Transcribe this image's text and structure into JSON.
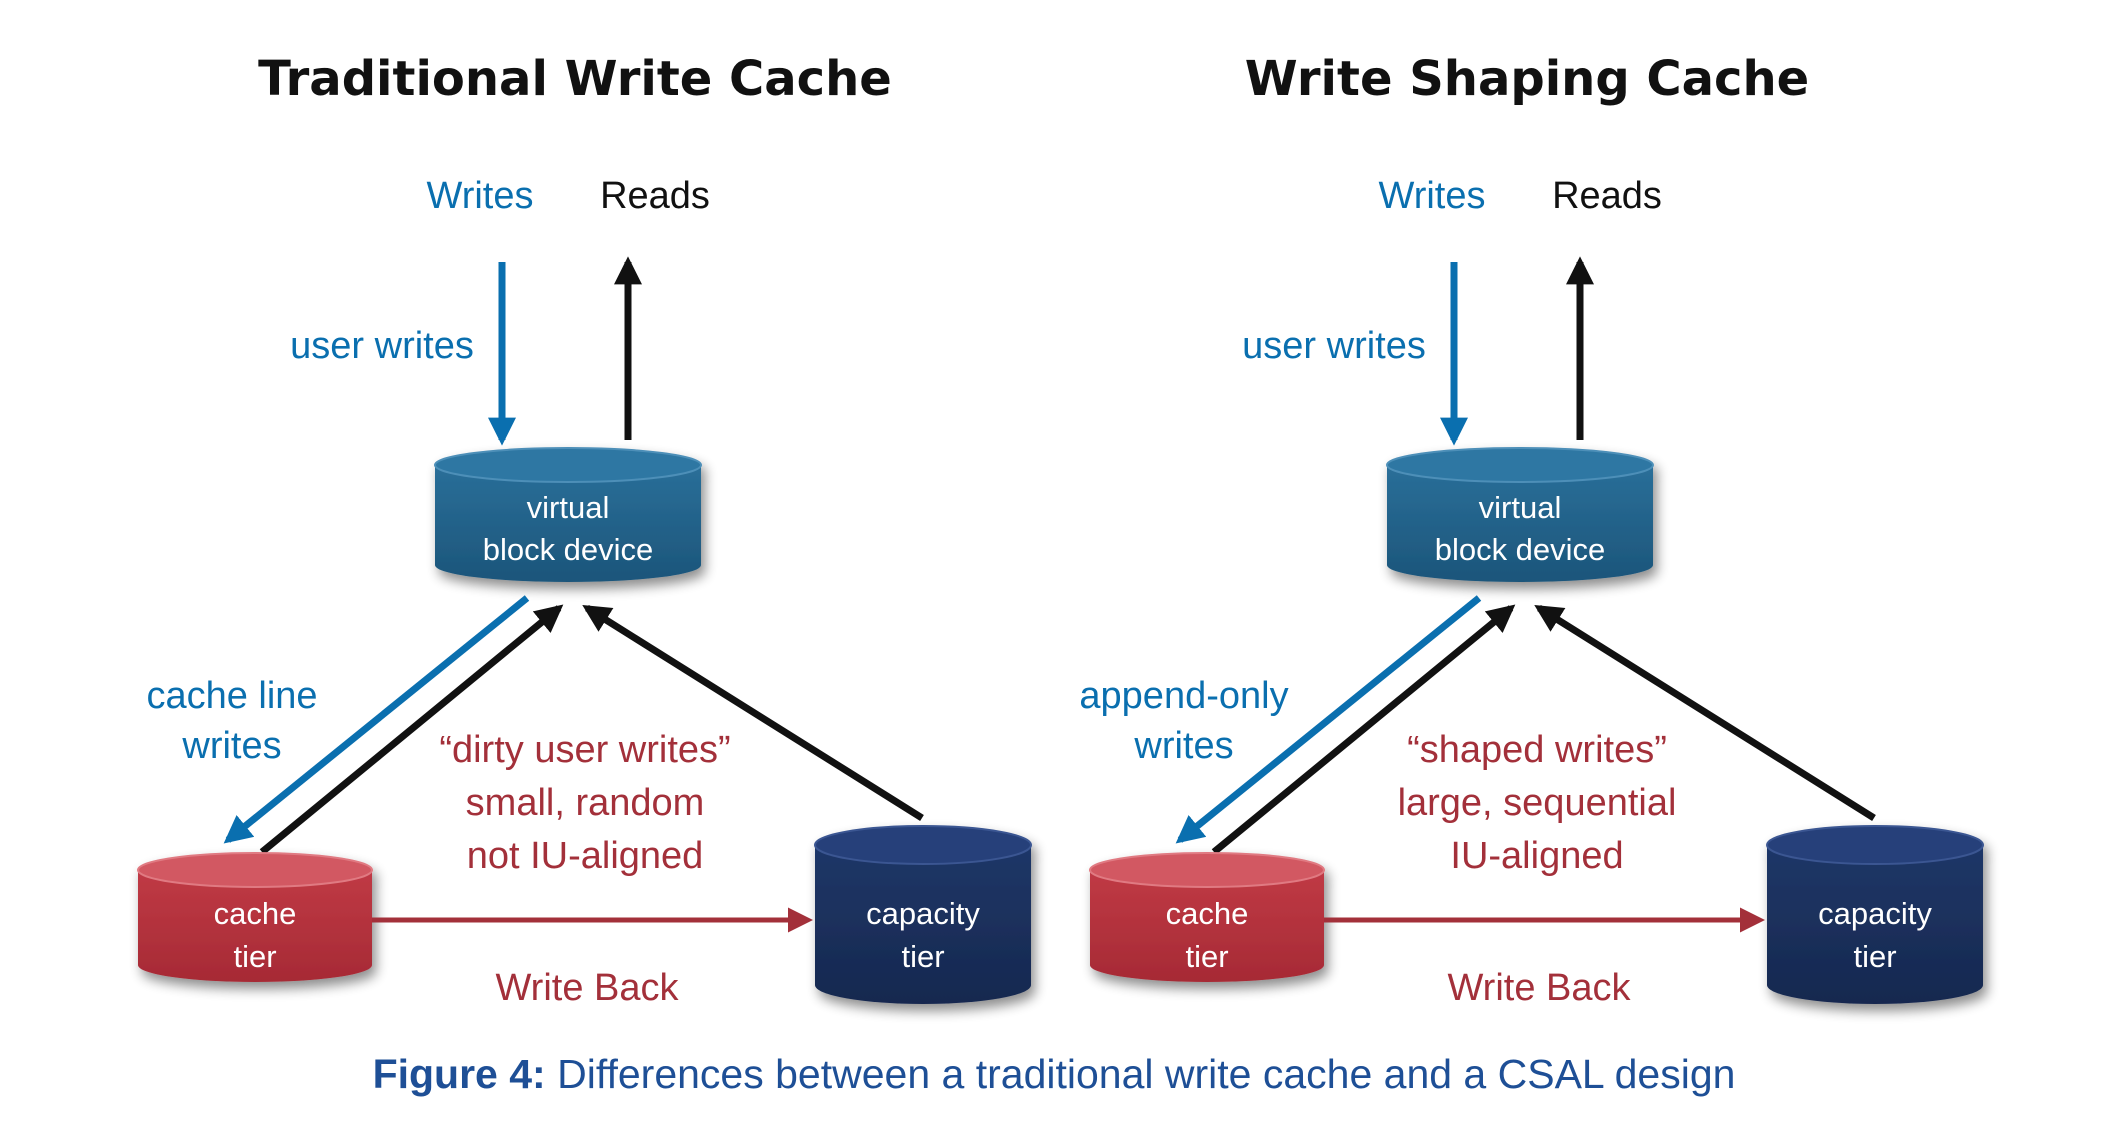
{
  "colors": {
    "blue": "#0a6faf",
    "black": "#111111",
    "red": "#a3303a",
    "vbd": "#215f85",
    "cache": "#b8323d",
    "capacity": "#1b2f5c",
    "caption_blue": "#1e4f96"
  },
  "panels": [
    {
      "title": "Traditional Write Cache",
      "writes": "Writes",
      "reads": "Reads",
      "user_writes": "user writes",
      "virtual_device": [
        "virtual",
        "block device"
      ],
      "left_label": [
        "cache line",
        "writes"
      ],
      "middle_label": [
        "“dirty user writes”",
        "small, random",
        "not IU-aligned"
      ],
      "cache_tier": [
        "cache",
        "tier"
      ],
      "capacity_tier": [
        "capacity",
        "tier"
      ],
      "write_back": "Write Back"
    },
    {
      "title": "Write Shaping Cache",
      "writes": "Writes",
      "reads": "Reads",
      "user_writes": "user writes",
      "virtual_device": [
        "virtual",
        "block device"
      ],
      "left_label": [
        "append-only",
        "writes"
      ],
      "middle_label": [
        "“shaped writes”",
        "large, sequential",
        "IU-aligned"
      ],
      "cache_tier": [
        "cache",
        "tier"
      ],
      "capacity_tier": [
        "capacity",
        "tier"
      ],
      "write_back": "Write Back"
    }
  ],
  "caption": {
    "prefix": "Figure 4:",
    "text": " Differences between a traditional write cache and a CSAL design"
  }
}
